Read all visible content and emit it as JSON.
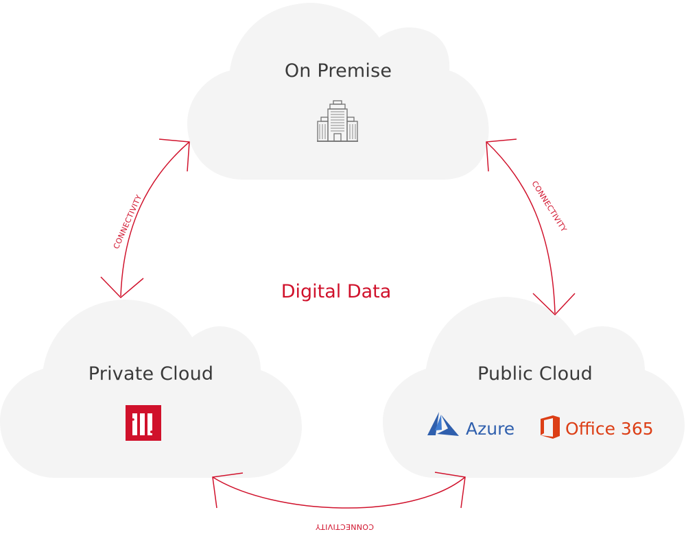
{
  "diagram": {
    "center_label": "Digital Data",
    "clouds": [
      {
        "id": "on-premise",
        "title": "On Premise",
        "icon": "building-icon"
      },
      {
        "id": "private-cloud",
        "title": "Private Cloud",
        "icon": "private-cloud-logo"
      },
      {
        "id": "public-cloud",
        "title": "Public Cloud",
        "logos": [
          {
            "name": "azure-logo",
            "label": "Azure"
          },
          {
            "name": "office365-logo",
            "label": "Office 365"
          }
        ]
      }
    ],
    "connections": [
      {
        "from": "on-premise",
        "to": "private-cloud",
        "label": "CONNECTIVITY"
      },
      {
        "from": "on-premise",
        "to": "public-cloud",
        "label": "CONNECTIVITY"
      },
      {
        "from": "private-cloud",
        "to": "public-cloud",
        "label": "CONNECTIVITY"
      }
    ],
    "colors": {
      "cloud_fill": "#f4f4f4",
      "accent": "#d0112b",
      "title_text": "#3a3a3a",
      "icon_gray": "#707070",
      "azure_blue": "#2f5fad",
      "office_orange": "#dc3e15"
    }
  }
}
